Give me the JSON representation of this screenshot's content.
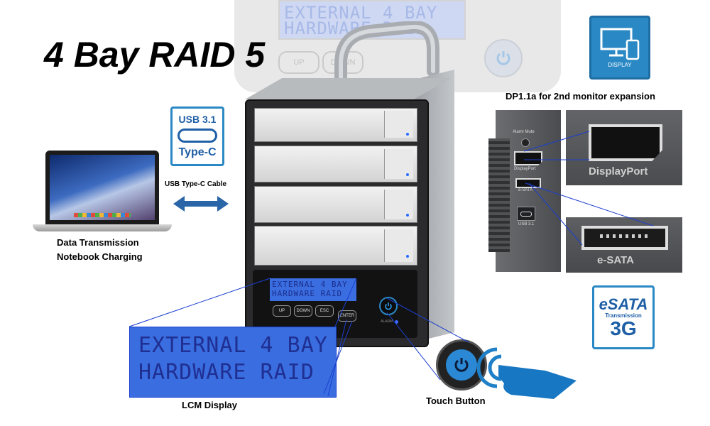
{
  "title": "4 Bay RAID 5",
  "usb_badge": {
    "line1": "USB 3.1",
    "line2": "Type-C"
  },
  "cable_label": "USB Type-C Cable",
  "laptop_captions": {
    "line1": "Data Transmission",
    "line2": "Notebook Charging"
  },
  "lcd": {
    "line1": "EXTERNAL 4 BAY",
    "line2": "HARDWARE RAID"
  },
  "lcd_caption": "LCM Display",
  "front_buttons": [
    "UP",
    "DOWN",
    "ESC",
    "ENTER"
  ],
  "alarm_label": "ALARM",
  "touch_caption": "Touch Button",
  "dp_caption": "DP1.1a for 2nd monitor expansion",
  "display_badge": {
    "label": "DISPLAY"
  },
  "rear_panel": {
    "alarm_mute": "Alarm Mute",
    "displayport": "DisplayPort",
    "esata": "e-SATA",
    "usb": "USB 3.1"
  },
  "port_closeups": {
    "displayport": "DisplayPort",
    "esata": "e-SATA"
  },
  "esata_badge": {
    "line1": "eSATA",
    "line2": "Transmission",
    "line3": "3G"
  },
  "colors": {
    "accent_blue": "#2a88c4",
    "lcd_blue": "#3a6de0",
    "line_blue": "#1a3fd0"
  }
}
